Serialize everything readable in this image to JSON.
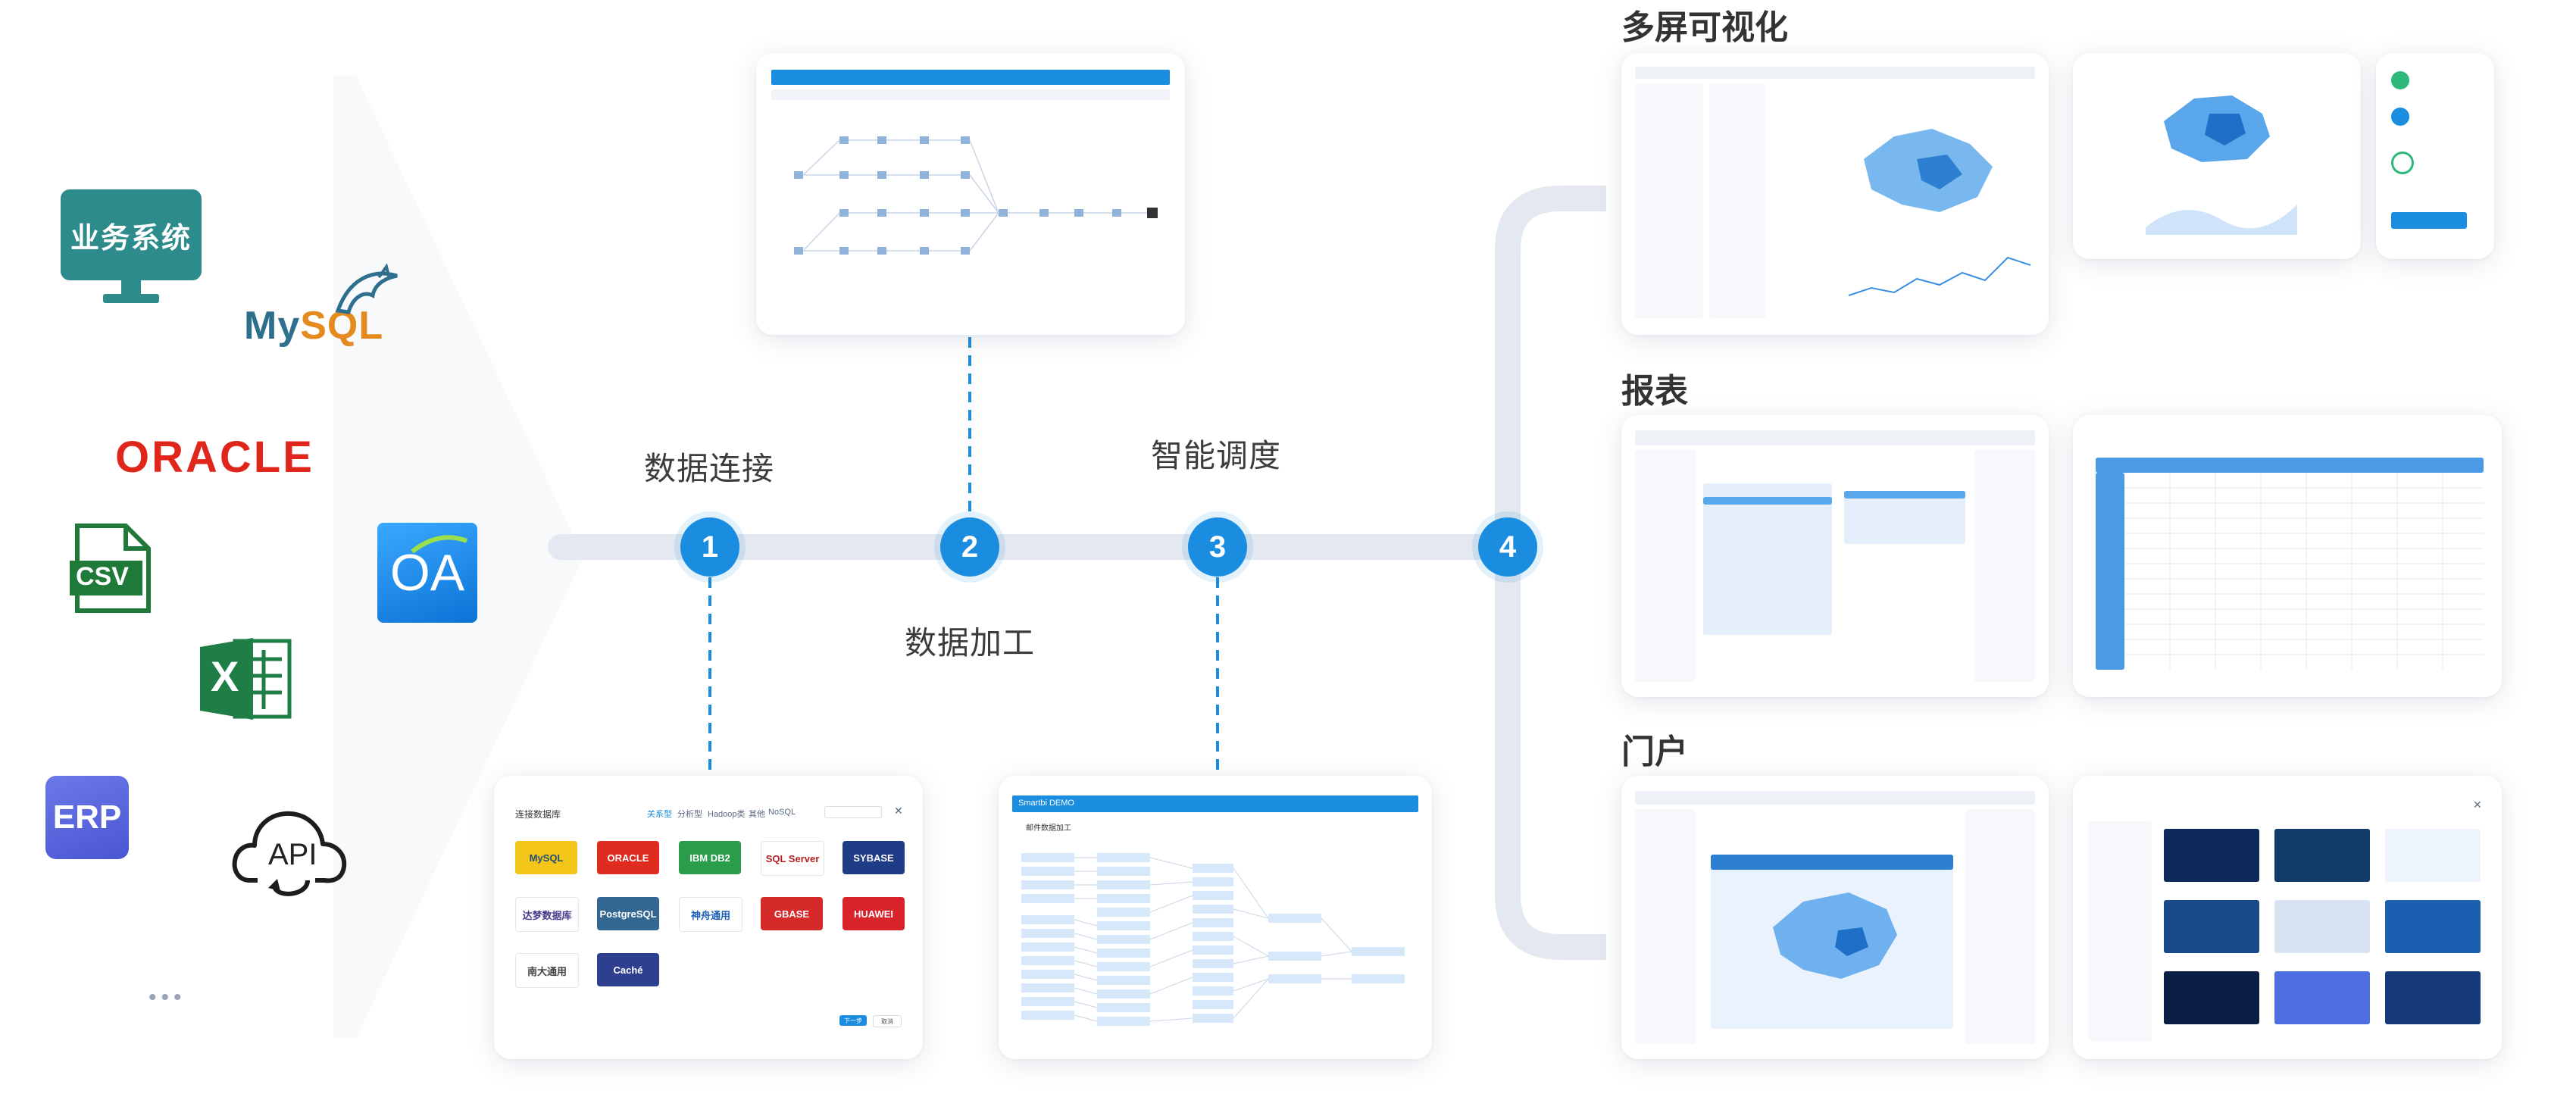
{
  "sources": {
    "business_system": "业务系统",
    "mysql_a": "My",
    "mysql_b": "SQL",
    "oracle": "ORACLE",
    "csv": "CSV",
    "excel": "X",
    "erp": "ERP",
    "api": "API",
    "oa": "OA",
    "more": "•••"
  },
  "steps": [
    {
      "num": "1",
      "label": "数据连接"
    },
    {
      "num": "2",
      "label": "数据加工"
    },
    {
      "num": "3",
      "label": "智能调度"
    },
    {
      "num": "4",
      "label": ""
    }
  ],
  "sections": {
    "visual": "多屏可视化",
    "report": "报表",
    "portal": "门户"
  },
  "connect_dialog": {
    "title": "连接数据库",
    "tabs": [
      "关系型",
      "分析型",
      "Hadoop类",
      "其他",
      "NoSQL"
    ],
    "brands": [
      {
        "name": "MySQL",
        "color": "#f2c518"
      },
      {
        "name": "ORACLE",
        "color": "#e02b20"
      },
      {
        "name": "IBM DB2",
        "color": "#2a9d4a"
      },
      {
        "name": "SQL Server",
        "color": "#ffffff"
      },
      {
        "name": "SYBASE",
        "color": "#1f3c86"
      },
      {
        "name": "达梦数据库",
        "color": "#ffffff"
      },
      {
        "name": "PostgreSQL",
        "color": "#336791"
      },
      {
        "name": "神舟通用",
        "color": "#ffffff"
      },
      {
        "name": "GBASE",
        "color": "#d42a2a"
      },
      {
        "name": "HUAWEI",
        "color": "#d9232a"
      },
      {
        "name": "南大通用",
        "color": "#ffffff"
      },
      {
        "name": "Caché",
        "color": "#2e3f8f"
      }
    ],
    "ok": "下一步",
    "cancel": "取消"
  },
  "etl": {
    "brand": "Smartbi DEMO",
    "title": "邮件数据加工"
  },
  "colors": {
    "accent": "#1a8de0",
    "track": "#e4e8f0",
    "teal": "#2e8b8b"
  }
}
